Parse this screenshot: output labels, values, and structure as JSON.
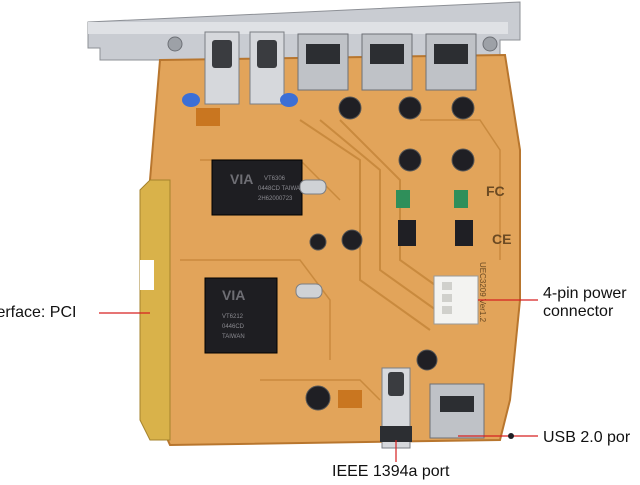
{
  "image": {
    "subject": "PCI expansion card with FireWire and USB ports",
    "colors": {
      "board": "#e2a45a",
      "board_dark": "#b8762e",
      "trace": "#c98a3e",
      "bracket": "#c9ccd2",
      "chip": "#1e1e22",
      "gold": "#d9b24a",
      "leader": "#d62020",
      "label_text": "#111111"
    }
  },
  "callouts": {
    "pci_interface": "terface: PCI",
    "power_connector_line1": "4-pin power",
    "power_connector_line2": "connector",
    "usb_port": "USB 2.0 por",
    "ieee_port": "IEEE 1394a port"
  },
  "chip_markings": {
    "upper_chip": [
      "VT6306",
      "0448CD TAIWAN",
      "2H62000723"
    ],
    "lower_chip": [
      "VT6212",
      "0446CD",
      "TAIWAN"
    ]
  },
  "board_markings": {
    "fcc_logo": "FC",
    "ce_mark": "CE",
    "model": "UEC3209 Ver1.2"
  }
}
